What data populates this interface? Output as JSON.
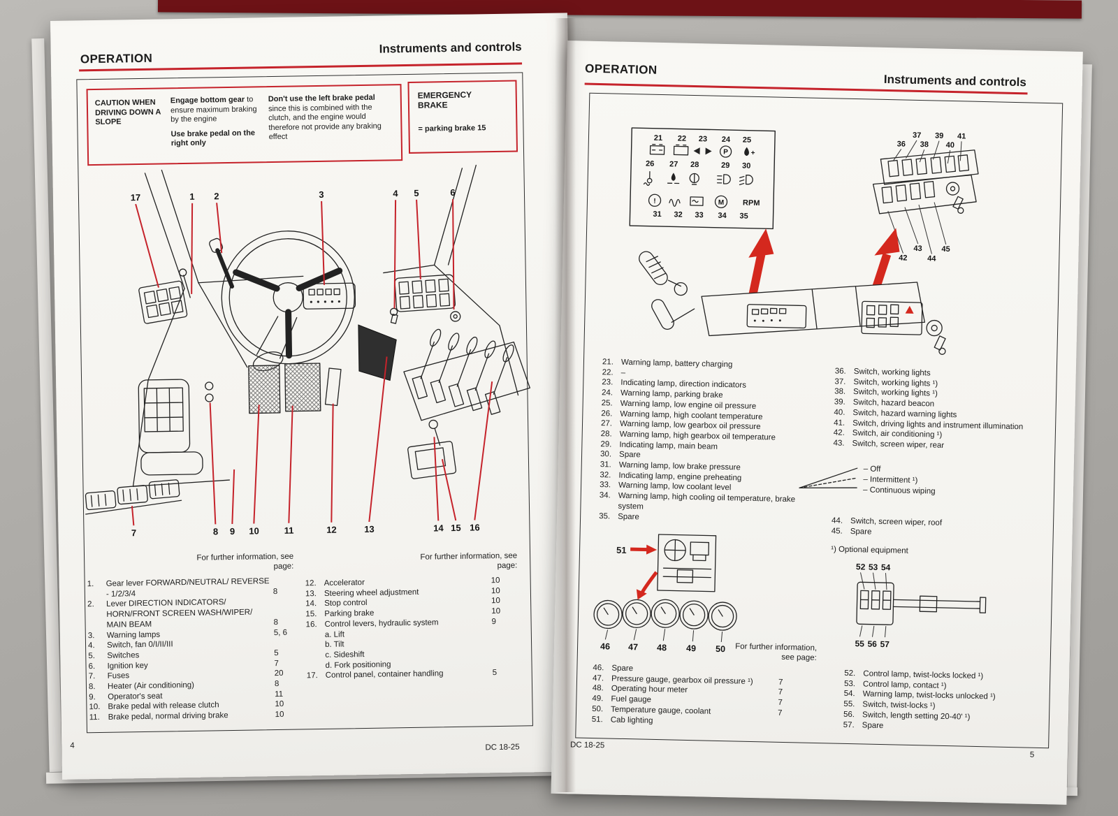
{
  "colors": {
    "accent_red": "#c5232b",
    "arrow_red": "#d4281e",
    "binder_red": "#6d1216",
    "paper": "#f7f6f2",
    "ink": "#1c1c1c"
  },
  "left_page": {
    "section": "OPERATION",
    "title": "Instruments and controls",
    "caution": {
      "title": "CAUTION WHEN DRIVING DOWN A SLOPE",
      "engage_bold": "Engage bottom gear",
      "engage_rest": "to ensure maximum braking by the engine",
      "use_brake": "Use brake pedal on the right only",
      "dont_bold": "Don't use the left brake pedal",
      "dont_rest": "since this is combined with the clutch, and the engine would therefore not provide any braking effect"
    },
    "emergency": {
      "title": "EMERGENCY BRAKE",
      "body": "= parking brake 15"
    },
    "further_info": "For further information, see page:",
    "callouts_top": [
      "17",
      "1",
      "2",
      "3",
      "4",
      "5",
      "6"
    ],
    "callouts_bottom": [
      "7",
      "8",
      "9",
      "10",
      "11",
      "12",
      "13",
      "14",
      "15",
      "16"
    ],
    "legend_a": [
      {
        "n": "1.",
        "t": "Gear lever FORWARD/NEUTRAL/ REVERSE - 1/2/3/4",
        "p": "8"
      },
      {
        "n": "2.",
        "t": "Lever DIRECTION INDICATORS/ HORN/FRONT SCREEN WASH/WIPER/ MAIN BEAM",
        "p": "8"
      },
      {
        "n": "3.",
        "t": "Warning lamps",
        "p": "5, 6"
      },
      {
        "n": "4.",
        "t": "Switch, fan 0/I/II/III",
        "p": ""
      },
      {
        "n": "5.",
        "t": "Switches",
        "p": "5"
      },
      {
        "n": "6.",
        "t": "Ignition key",
        "p": "7"
      },
      {
        "n": "7.",
        "t": "Fuses",
        "p": "20"
      },
      {
        "n": "8.",
        "t": "Heater (Air conditioning)",
        "p": "8"
      },
      {
        "n": "9.",
        "t": "Operator's seat",
        "p": "11"
      },
      {
        "n": "10.",
        "t": "Brake pedal with release clutch",
        "p": "10"
      },
      {
        "n": "11.",
        "t": "Brake pedal, normal driving brake",
        "p": "10"
      }
    ],
    "legend_b": [
      {
        "n": "12.",
        "t": "Accelerator",
        "p": "10"
      },
      {
        "n": "13.",
        "t": "Steering wheel adjustment",
        "p": "10"
      },
      {
        "n": "14.",
        "t": "Stop control",
        "p": "10"
      },
      {
        "n": "15.",
        "t": "Parking brake",
        "p": "10"
      },
      {
        "n": "16.",
        "t": "Control levers, hydraulic system",
        "p": "9"
      },
      {
        "n": "",
        "t": "a. Lift",
        "p": ""
      },
      {
        "n": "",
        "t": "b. Tilt",
        "p": ""
      },
      {
        "n": "",
        "t": "c. Sideshift",
        "p": ""
      },
      {
        "n": "",
        "t": "d. Fork positioning",
        "p": ""
      },
      {
        "n": "17.",
        "t": "Control panel, container handling",
        "p": "5"
      }
    ],
    "footer_page": "4",
    "footer_doc": "DC 18-25"
  },
  "right_page": {
    "section": "OPERATION",
    "title": "Instruments and controls",
    "panel_numbers": {
      "row1": [
        "21",
        "22",
        "23",
        "24",
        "25"
      ],
      "row2": [
        "26",
        "27",
        "28",
        "29",
        "30"
      ],
      "row3": [
        "31",
        "32",
        "33",
        "34",
        "35"
      ],
      "rpm": "RPM"
    },
    "glyphs": {
      "p": "P",
      "m": "M",
      "excl": "!",
      "plus": "+"
    },
    "switch_top": [
      "36",
      "37",
      "38",
      "39",
      "40",
      "41"
    ],
    "switch_bottom": [
      "42",
      "43",
      "44",
      "45"
    ],
    "legend_21": [
      {
        "n": "21.",
        "t": "Warning lamp, battery charging"
      },
      {
        "n": "22.",
        "t": "–"
      },
      {
        "n": "23.",
        "t": "Indicating lamp, direction indicators"
      },
      {
        "n": "24.",
        "t": "Warning lamp, parking brake"
      },
      {
        "n": "25.",
        "t": "Warning lamp, low engine oil pressure"
      },
      {
        "n": "26.",
        "t": "Warning lamp, high coolant temperature"
      },
      {
        "n": "27.",
        "t": "Warning lamp, low gearbox oil pressure"
      },
      {
        "n": "28.",
        "t": "Warning lamp, high gearbox oil temperature"
      },
      {
        "n": "29.",
        "t": "Indicating lamp, main beam"
      },
      {
        "n": "30.",
        "t": "Spare"
      },
      {
        "n": "31.",
        "t": "Warning lamp, low brake pressure"
      },
      {
        "n": "32.",
        "t": "Indicating lamp, engine preheating"
      },
      {
        "n": "33.",
        "t": "Warning lamp, low coolant level"
      },
      {
        "n": "34.",
        "t": "Warning lamp, high cooling oil temperature, brake system"
      },
      {
        "n": "35.",
        "t": "Spare"
      }
    ],
    "legend_36": [
      {
        "n": "36.",
        "t": "Switch, working lights"
      },
      {
        "n": "37.",
        "t": "Switch, working lights ¹)"
      },
      {
        "n": "38.",
        "t": "Switch, working lights ¹)"
      },
      {
        "n": "39.",
        "t": "Switch, hazard beacon"
      },
      {
        "n": "40.",
        "t": "Switch, hazard warning lights"
      },
      {
        "n": "41.",
        "t": "Switch, driving lights and instrument illumination"
      },
      {
        "n": "42.",
        "t": "Switch, air conditioning ¹)"
      },
      {
        "n": "43.",
        "t": "Switch, screen wiper, rear"
      }
    ],
    "wiper_modes": [
      "– Off",
      "– Intermittent ¹)",
      "– Continuous wiping"
    ],
    "legend_44": [
      {
        "n": "44.",
        "t": "Switch, screen wiper, roof"
      },
      {
        "n": "45.",
        "t": "Spare"
      }
    ],
    "optional_note": "¹) Optional equipment",
    "callout_51": "51",
    "gauge_numbers": [
      "46",
      "47",
      "48",
      "49",
      "50"
    ],
    "twist_top": [
      "52",
      "53",
      "54"
    ],
    "twist_bottom": [
      "55",
      "56",
      "57"
    ],
    "further_info": "For further information, see page:",
    "legend_46": [
      {
        "n": "46.",
        "t": "Spare",
        "p": ""
      },
      {
        "n": "47.",
        "t": "Pressure gauge, gearbox oil pressure ¹)",
        "p": "7"
      },
      {
        "n": "48.",
        "t": "Operating hour meter",
        "p": "7"
      },
      {
        "n": "49.",
        "t": "Fuel gauge",
        "p": "7"
      },
      {
        "n": "50.",
        "t": "Temperature gauge, coolant",
        "p": "7"
      },
      {
        "n": "51.",
        "t": "Cab lighting",
        "p": ""
      }
    ],
    "legend_52": [
      {
        "n": "52.",
        "t": "Control lamp, twist-locks locked ¹)"
      },
      {
        "n": "53.",
        "t": "Control lamp, contact ¹)"
      },
      {
        "n": "54.",
        "t": "Warning lamp, twist-locks unlocked ¹)"
      },
      {
        "n": "55.",
        "t": "Switch, twist-locks ¹)"
      },
      {
        "n": "56.",
        "t": "Switch, length setting 20-40' ¹)"
      },
      {
        "n": "57.",
        "t": "Spare"
      }
    ],
    "footer_doc": "DC 18-25",
    "footer_page": "5"
  }
}
